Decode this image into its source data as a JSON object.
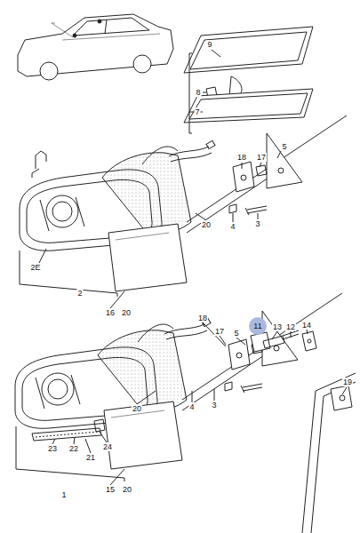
{
  "diagram": {
    "nodes": [
      {
        "text": [
          "11"
        ]
      }
    ],
    "labels": [
      "9",
      "8",
      "7",
      "5",
      "18",
      "17",
      "20",
      "4",
      "3",
      "2E",
      "2",
      "16",
      "20",
      "18",
      "17",
      "5",
      "13",
      "12",
      "14",
      "19",
      "4",
      "3",
      "20",
      "23",
      "22",
      "24",
      "21",
      "1",
      "15",
      "20"
    ]
  }
}
